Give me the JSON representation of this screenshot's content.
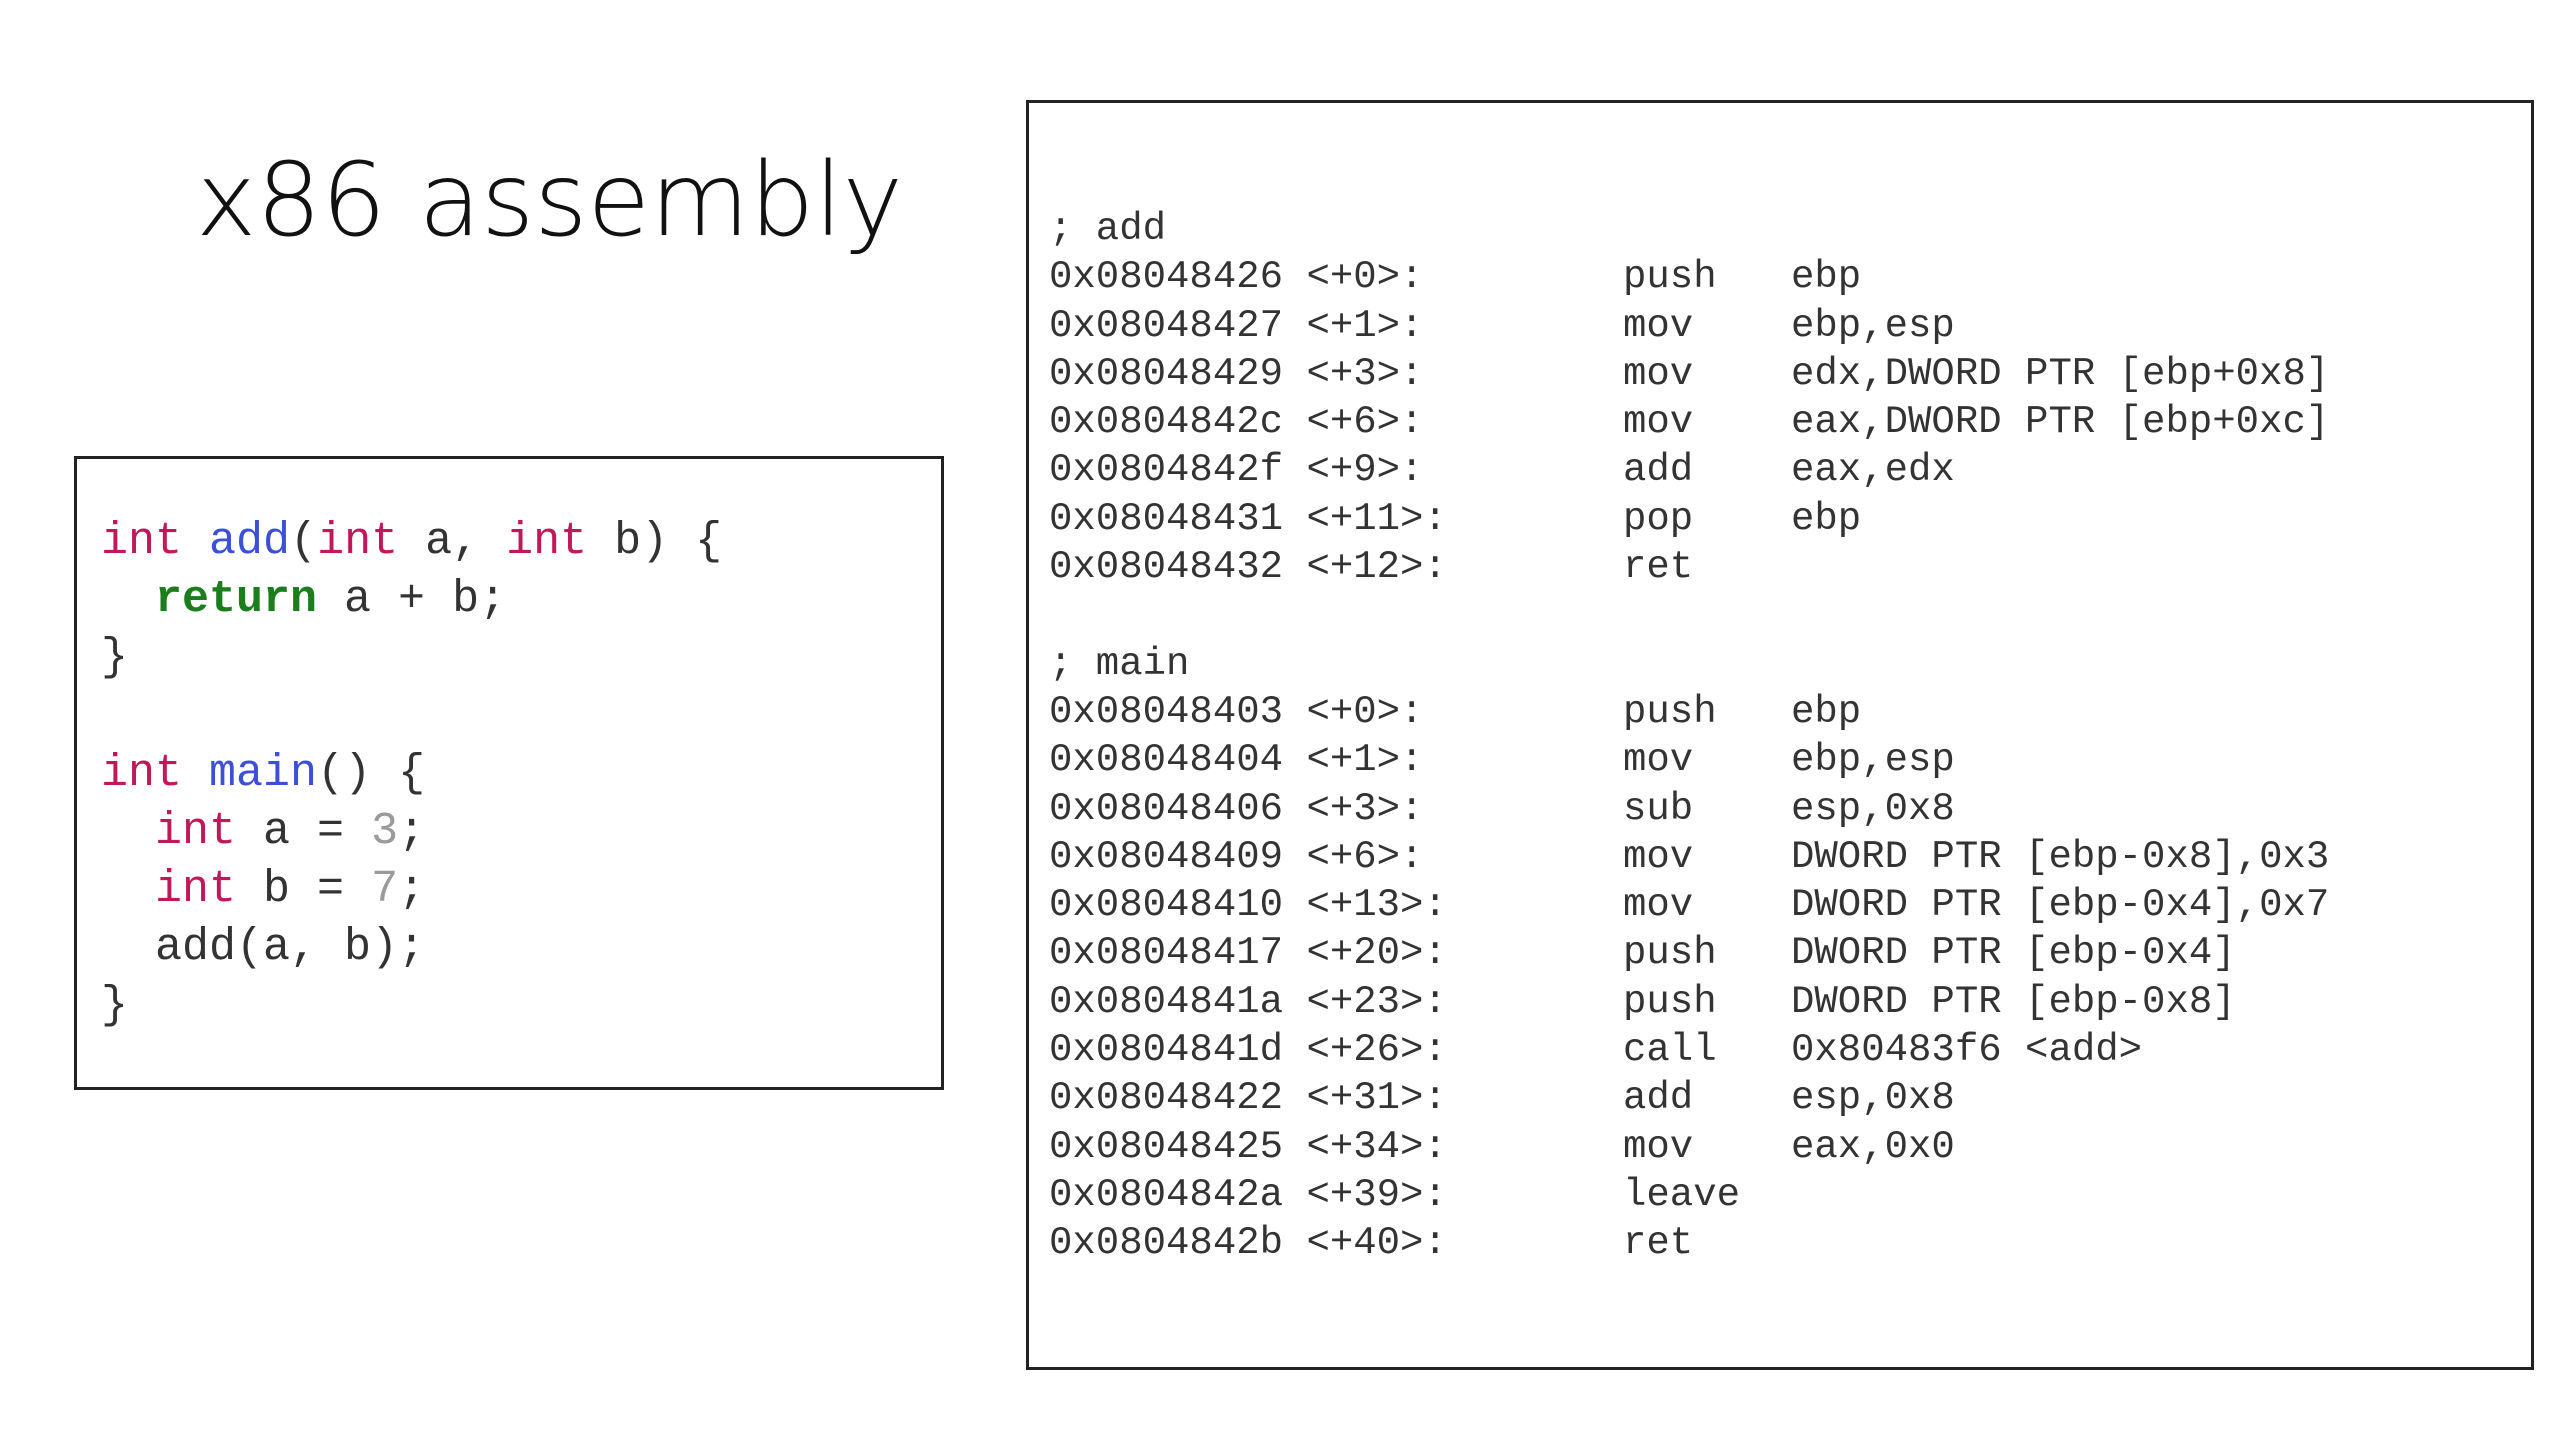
{
  "title": "x86 assembly",
  "code": {
    "lines": [
      [
        {
          "t": "int",
          "c": "kw-type"
        },
        {
          "t": " ",
          "c": "punc"
        },
        {
          "t": "add",
          "c": "fn-name"
        },
        {
          "t": "(",
          "c": "punc"
        },
        {
          "t": "int",
          "c": "kw-type"
        },
        {
          "t": " a, ",
          "c": "punc"
        },
        {
          "t": "int",
          "c": "kw-type"
        },
        {
          "t": " b) {",
          "c": "punc"
        }
      ],
      [
        {
          "t": "  ",
          "c": "punc"
        },
        {
          "t": "return",
          "c": "kw-return"
        },
        {
          "t": " a + b;",
          "c": "punc"
        }
      ],
      [
        {
          "t": "}",
          "c": "punc"
        }
      ],
      [],
      [
        {
          "t": "int",
          "c": "kw-type"
        },
        {
          "t": " ",
          "c": "punc"
        },
        {
          "t": "main",
          "c": "fn-name"
        },
        {
          "t": "() {",
          "c": "punc"
        }
      ],
      [
        {
          "t": "  ",
          "c": "punc"
        },
        {
          "t": "int",
          "c": "kw-type"
        },
        {
          "t": " a = ",
          "c": "punc"
        },
        {
          "t": "3",
          "c": "num"
        },
        {
          "t": ";",
          "c": "punc"
        }
      ],
      [
        {
          "t": "  ",
          "c": "punc"
        },
        {
          "t": "int",
          "c": "kw-type"
        },
        {
          "t": " b = ",
          "c": "punc"
        },
        {
          "t": "7",
          "c": "num"
        },
        {
          "t": ";",
          "c": "punc"
        }
      ],
      [
        {
          "t": "  add(a, b);",
          "c": "punc"
        }
      ],
      [
        {
          "t": "}",
          "c": "punc"
        }
      ]
    ]
  },
  "assembly": {
    "rows": [
      {
        "comment": "; add"
      },
      {
        "addr": "0x08048426 <+0>:",
        "mn": "push",
        "op": "ebp"
      },
      {
        "addr": "0x08048427 <+1>:",
        "mn": "mov",
        "op": "ebp,esp"
      },
      {
        "addr": "0x08048429 <+3>:",
        "mn": "mov",
        "op": "edx,DWORD PTR [ebp+0x8]"
      },
      {
        "addr": "0x0804842c <+6>:",
        "mn": "mov",
        "op": "eax,DWORD PTR [ebp+0xc]"
      },
      {
        "addr": "0x0804842f <+9>:",
        "mn": "add",
        "op": "eax,edx"
      },
      {
        "addr": "0x08048431 <+11>:",
        "mn": "pop",
        "op": "ebp"
      },
      {
        "addr": "0x08048432 <+12>:",
        "mn": "ret",
        "op": ""
      },
      {},
      {
        "comment": "; main"
      },
      {
        "addr": "0x08048403 <+0>:",
        "mn": "push",
        "op": "ebp"
      },
      {
        "addr": "0x08048404 <+1>:",
        "mn": "mov",
        "op": "ebp,esp"
      },
      {
        "addr": "0x08048406 <+3>:",
        "mn": "sub",
        "op": "esp,0x8"
      },
      {
        "addr": "0x08048409 <+6>:",
        "mn": "mov",
        "op": "DWORD PTR [ebp-0x8],0x3"
      },
      {
        "addr": "0x08048410 <+13>:",
        "mn": "mov",
        "op": "DWORD PTR [ebp-0x4],0x7"
      },
      {
        "addr": "0x08048417 <+20>:",
        "mn": "push",
        "op": "DWORD PTR [ebp-0x4]"
      },
      {
        "addr": "0x0804841a <+23>:",
        "mn": "push",
        "op": "DWORD PTR [ebp-0x8]"
      },
      {
        "addr": "0x0804841d <+26>:",
        "mn": "call",
        "op": "0x80483f6 <add>"
      },
      {
        "addr": "0x08048422 <+31>:",
        "mn": "add",
        "op": "esp,0x8"
      },
      {
        "addr": "0x08048425 <+34>:",
        "mn": "mov",
        "op": "eax,0x0"
      },
      {
        "addr": "0x0804842a <+39>:",
        "mn": "leave",
        "op": ""
      },
      {
        "addr": "0x0804842b <+40>:",
        "mn": "ret",
        "op": ""
      }
    ]
  }
}
